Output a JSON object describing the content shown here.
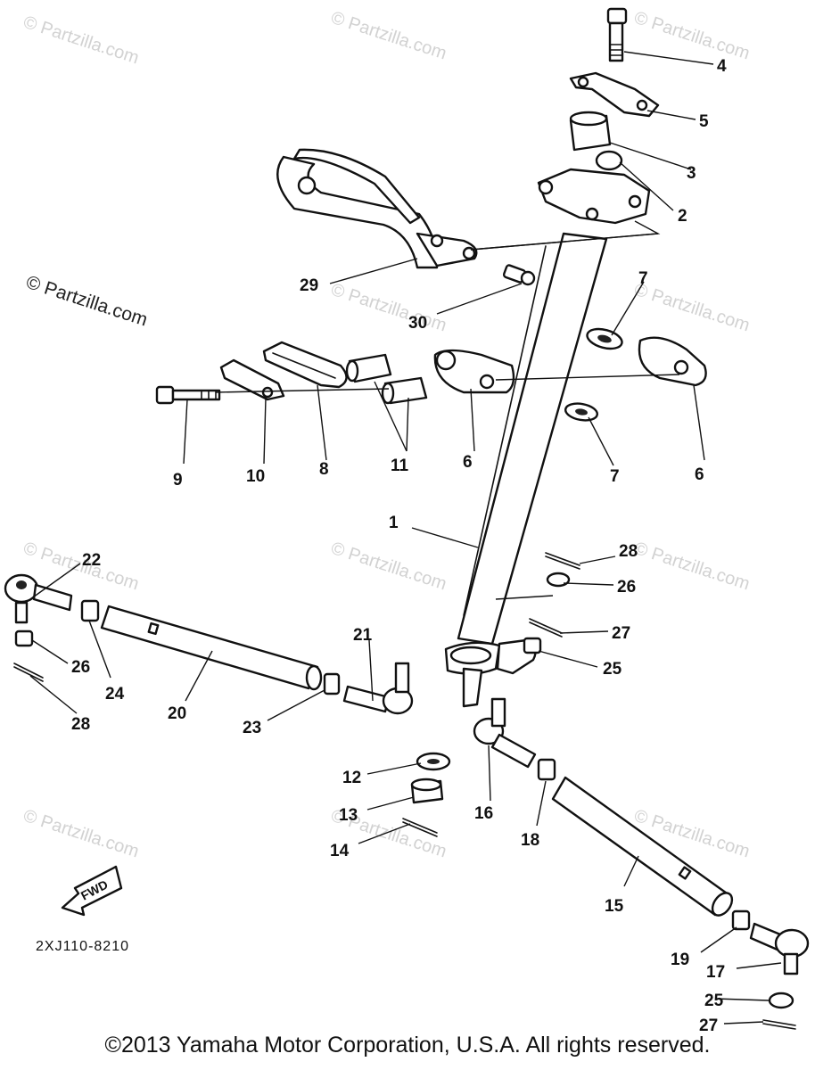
{
  "diagram": {
    "callouts": [
      "1",
      "2",
      "3",
      "4",
      "5",
      "6",
      "6",
      "7",
      "7",
      "8",
      "9",
      "10",
      "11",
      "12",
      "13",
      "14",
      "15",
      "16",
      "17",
      "18",
      "19",
      "20",
      "21",
      "22",
      "23",
      "24",
      "25",
      "25",
      "26",
      "26",
      "27",
      "27",
      "28",
      "28",
      "29",
      "30"
    ],
    "diagram_code": "2XJ110-8210",
    "fwd_label": "FWD",
    "watermark_text": "© Partzilla.com",
    "copyright": "©2013 Yamaha Motor Corporation, U.S.A. All rights reserved."
  }
}
